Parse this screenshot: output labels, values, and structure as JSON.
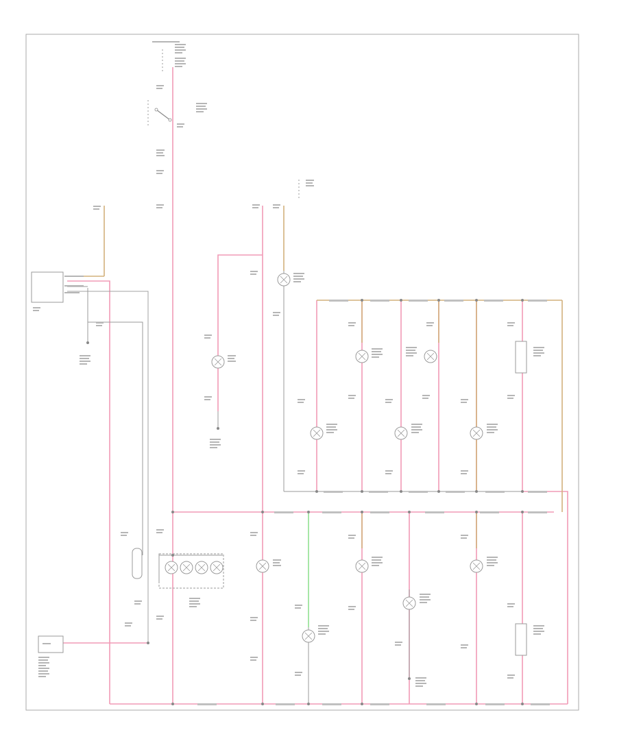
{
  "diagram": {
    "footer_code": "",
    "colors": {
      "frame": "#aaaaaa",
      "wire_red": "#f19ab6",
      "wire_tan": "#d2b07c",
      "wire_green": "#8fe08f",
      "wire_gray": "#9a9a9a",
      "component": "#999999",
      "text": "#666666"
    },
    "components": [
      {
        "id": "hot-at-all-times-fuse",
        "icon": "fuse-icon"
      },
      {
        "id": "combination-switch-top",
        "icon": "switch-icon"
      },
      {
        "id": "fuse-top-right",
        "icon": "fuse-icon"
      },
      {
        "id": "cluster-unit-left",
        "icon": "module-icon"
      },
      {
        "id": "ground-left",
        "icon": "ground-icon"
      },
      {
        "id": "battery-warning-lamp",
        "icon": "lamp-icon"
      },
      {
        "id": "ground-center",
        "icon": "ground-icon"
      },
      {
        "id": "oil-pressure-lamp",
        "icon": "lamp-icon"
      },
      {
        "id": "indicator-lamp-row1-1",
        "icon": "lamp-icon"
      },
      {
        "id": "indicator-lamp-row1-2",
        "icon": "lamp-icon"
      },
      {
        "id": "indicator-lamp-row1-3",
        "icon": "lamp-icon"
      },
      {
        "id": "indicator-lamp-row2-1",
        "icon": "lamp-icon"
      },
      {
        "id": "indicator-lamp-row2-2",
        "icon": "lamp-icon"
      },
      {
        "id": "indicator-lamp-row2-3",
        "icon": "lamp-icon"
      },
      {
        "id": "combination-meter-cluster",
        "icon": "gauge-icon"
      },
      {
        "id": "brake-warning-lamp",
        "icon": "lamp-icon"
      },
      {
        "id": "indicator-lamp-lower-1",
        "icon": "lamp-icon"
      },
      {
        "id": "indicator-lamp-lower-2",
        "icon": "lamp-icon"
      },
      {
        "id": "indicator-lamp-lower-3",
        "icon": "lamp-icon"
      },
      {
        "id": "indicator-lamp-lower-4",
        "icon": "lamp-icon"
      },
      {
        "id": "indicator-lamp-lower-5",
        "icon": "lamp-icon"
      },
      {
        "id": "control-unit-bottom-left",
        "icon": "module-icon"
      },
      {
        "id": "ground-bottom",
        "icon": "ground-icon"
      }
    ]
  }
}
